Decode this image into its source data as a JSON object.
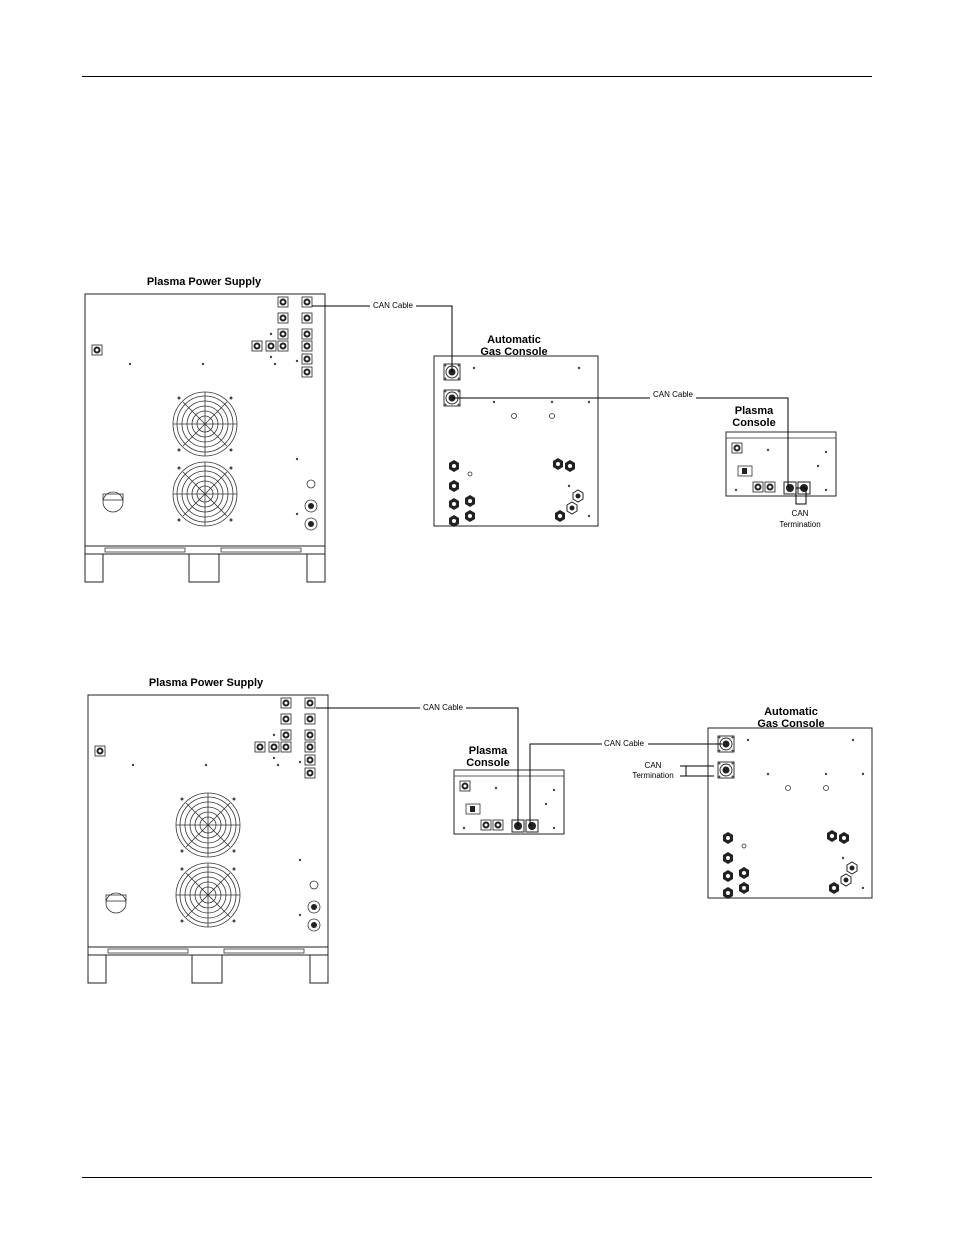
{
  "diagram1": {
    "power_supply_label": "Plasma Power Supply",
    "gas_console_label_1": "Automatic",
    "gas_console_label_2": "Gas Console",
    "plasma_console_label_1": "Plasma",
    "plasma_console_label_2": "Console",
    "can_cable_1": "CAN Cable",
    "can_cable_2": "CAN Cable",
    "can_termination_1": "CAN",
    "can_termination_2": "Termination"
  },
  "diagram2": {
    "power_supply_label": "Plasma Power Supply",
    "plasma_console_label_1": "Plasma",
    "plasma_console_label_2": "Console",
    "gas_console_label_1": "Automatic",
    "gas_console_label_2": "Gas Console",
    "can_cable_1": "CAN Cable",
    "can_cable_2": "CAN Cable",
    "can_termination_1": "CAN",
    "can_termination_2": "Termination"
  }
}
